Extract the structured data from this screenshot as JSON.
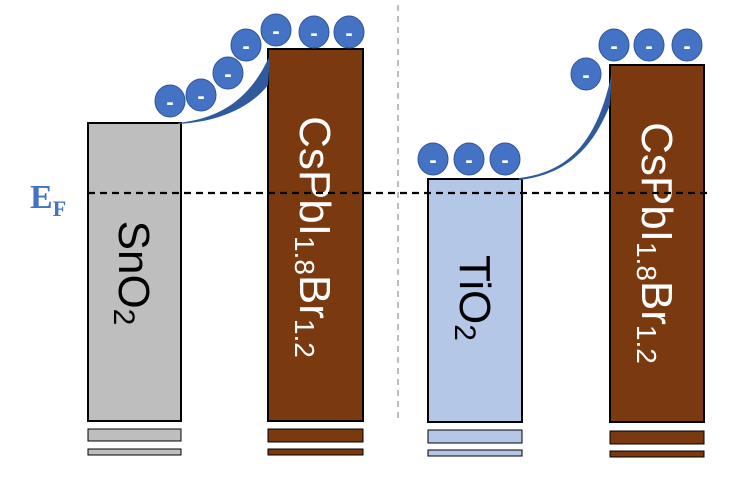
{
  "fermi_level": {
    "main": "E",
    "sub": "F"
  },
  "colors": {
    "sno2": "#bebebe",
    "perovskite": "#7b3910",
    "tio2": "#b4c7e7",
    "electron": "#4472c4",
    "band_bend": "#2f5b9e",
    "ef_text": "#4472c4"
  },
  "electron_symbol": "-",
  "left_junction": {
    "etl": {
      "name": "SnO",
      "sub": "2"
    },
    "perovskite": {
      "p1": "CsPbI",
      "s1": "1.8",
      "p2": "Br",
      "s2": "1.2"
    }
  },
  "right_junction": {
    "etl": {
      "name": "TiO",
      "sub": "2"
    },
    "perovskite": {
      "p1": "CsPbI",
      "s1": "1.8",
      "p2": "Br",
      "s2": "1.2"
    }
  }
}
